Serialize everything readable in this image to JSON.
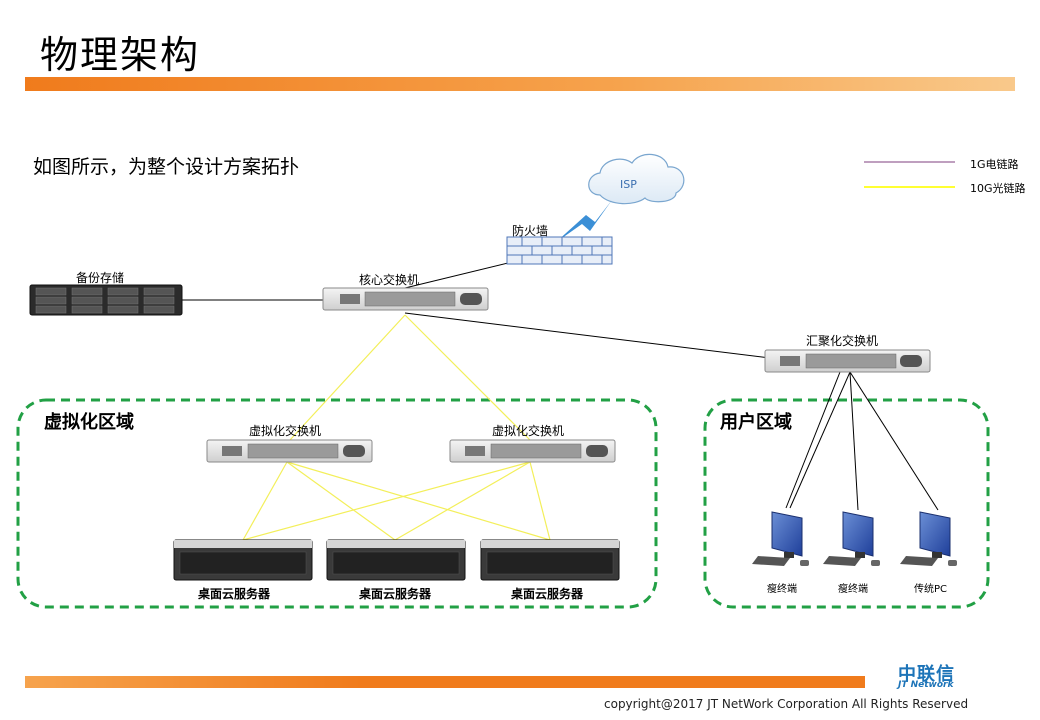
{
  "title": "物理架构",
  "subtitle": "如图所示，为整个设计方案拓扑",
  "legend": [
    {
      "label": "1G电链路",
      "color": "#7f3f7f"
    },
    {
      "label": "10G光链路",
      "color": "#ffff33"
    }
  ],
  "nodes": {
    "isp": "ISP",
    "firewall": "防火墙",
    "core_switch": "核心交换机",
    "backup_storage": "备份存储",
    "aggregation_switch": "汇聚化交换机",
    "virt_switch_left": "虚拟化交换机",
    "virt_switch_right": "虚拟化交换机",
    "server_1": "桌面云服务器",
    "server_2": "桌面云服务器",
    "server_3": "桌面云服务器",
    "pc_1": "瘦终端",
    "pc_2": "瘦终端",
    "pc_3": "传统PC"
  },
  "zones": {
    "virtualization": "虚拟化区域",
    "user": "用户区域"
  },
  "footer": {
    "logo_cn": "中联信",
    "logo_en": "JT Network",
    "copyright": "copyright@2017  JT NetWork Corporation All Rights Reserved"
  },
  "colors": {
    "accent": "#f07b1c",
    "zone_border": "#22a045",
    "copper_link": "#000000",
    "fiber_link": "#f3ef5a",
    "logo": "#1d74b8"
  }
}
